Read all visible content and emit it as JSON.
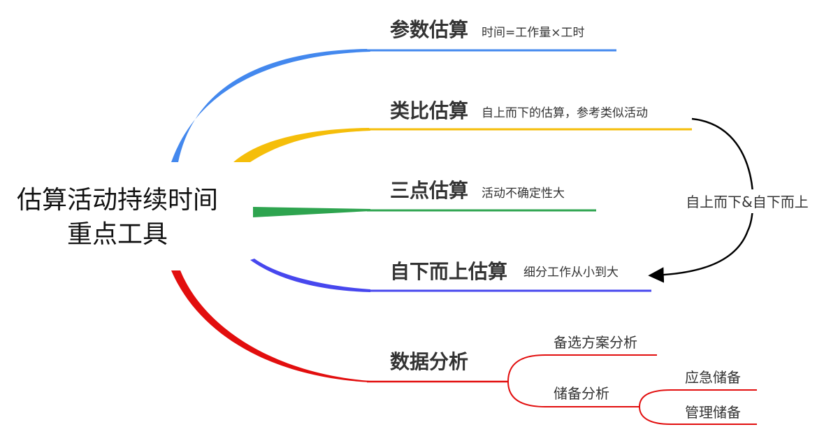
{
  "central": {
    "line1": "估算活动持续时间",
    "line2": "重点工具"
  },
  "branches": [
    {
      "title": "参数估算",
      "note": "时间=工作量×工时",
      "color": "#4388EE"
    },
    {
      "title": "类比估算",
      "note": "自上而下的估算，参考类似活动",
      "color": "#F5BE0A"
    },
    {
      "title": "三点估算",
      "note": "活动不确定性大",
      "color": "#2EA44F"
    },
    {
      "title": "自下而上估算",
      "note": "细分工作从小到大",
      "color": "#4747EE"
    },
    {
      "title": "数据分析",
      "color": "#E20E0E",
      "children": [
        {
          "label": "备选方案分析"
        },
        {
          "label": "储备分析",
          "children": [
            {
              "label": "应急储备"
            },
            {
              "label": "管理储备"
            }
          ]
        }
      ]
    }
  ],
  "relation": {
    "label": "自上而下&自下而上",
    "color": "#000000"
  }
}
